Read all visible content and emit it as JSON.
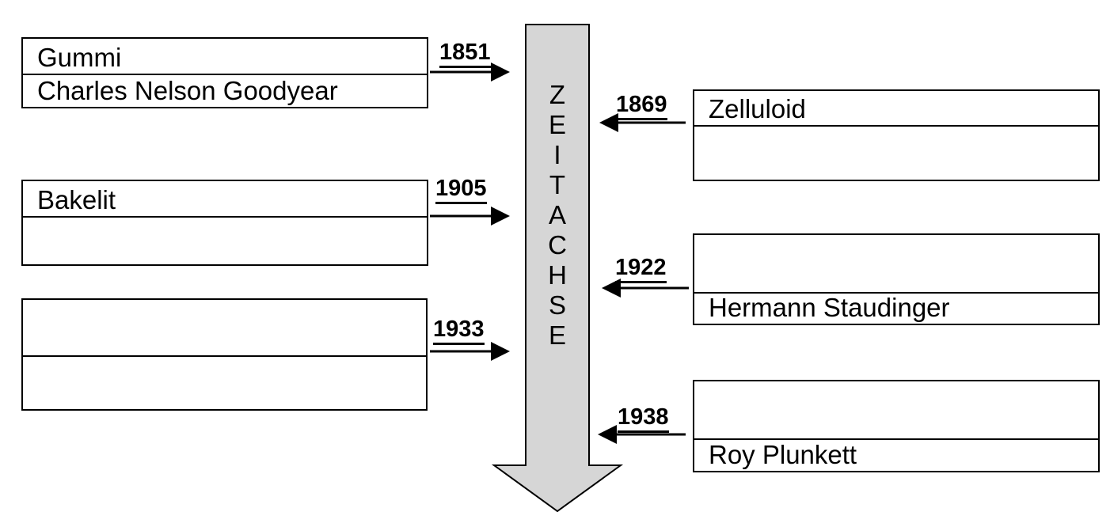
{
  "timeline": {
    "axis_letters": [
      "Z",
      "E",
      "I",
      "T",
      "A",
      "C",
      "H",
      "S",
      "E"
    ],
    "axis_fill": "#d6d6d6"
  },
  "entries": {
    "gummi": {
      "year": "1851",
      "material": "Gummi",
      "person": "Charles Nelson Goodyear"
    },
    "zelluloid": {
      "year": "1869",
      "material": "Zelluloid",
      "person": ""
    },
    "bakelit": {
      "year": "1905",
      "material": "Bakelit",
      "person": ""
    },
    "e1922": {
      "year": "1922",
      "material": "",
      "person": "Hermann Staudinger"
    },
    "e1933": {
      "year": "1933",
      "material": "",
      "person": ""
    },
    "e1938": {
      "year": "1938",
      "material": "",
      "person": "Roy Plunkett"
    }
  }
}
